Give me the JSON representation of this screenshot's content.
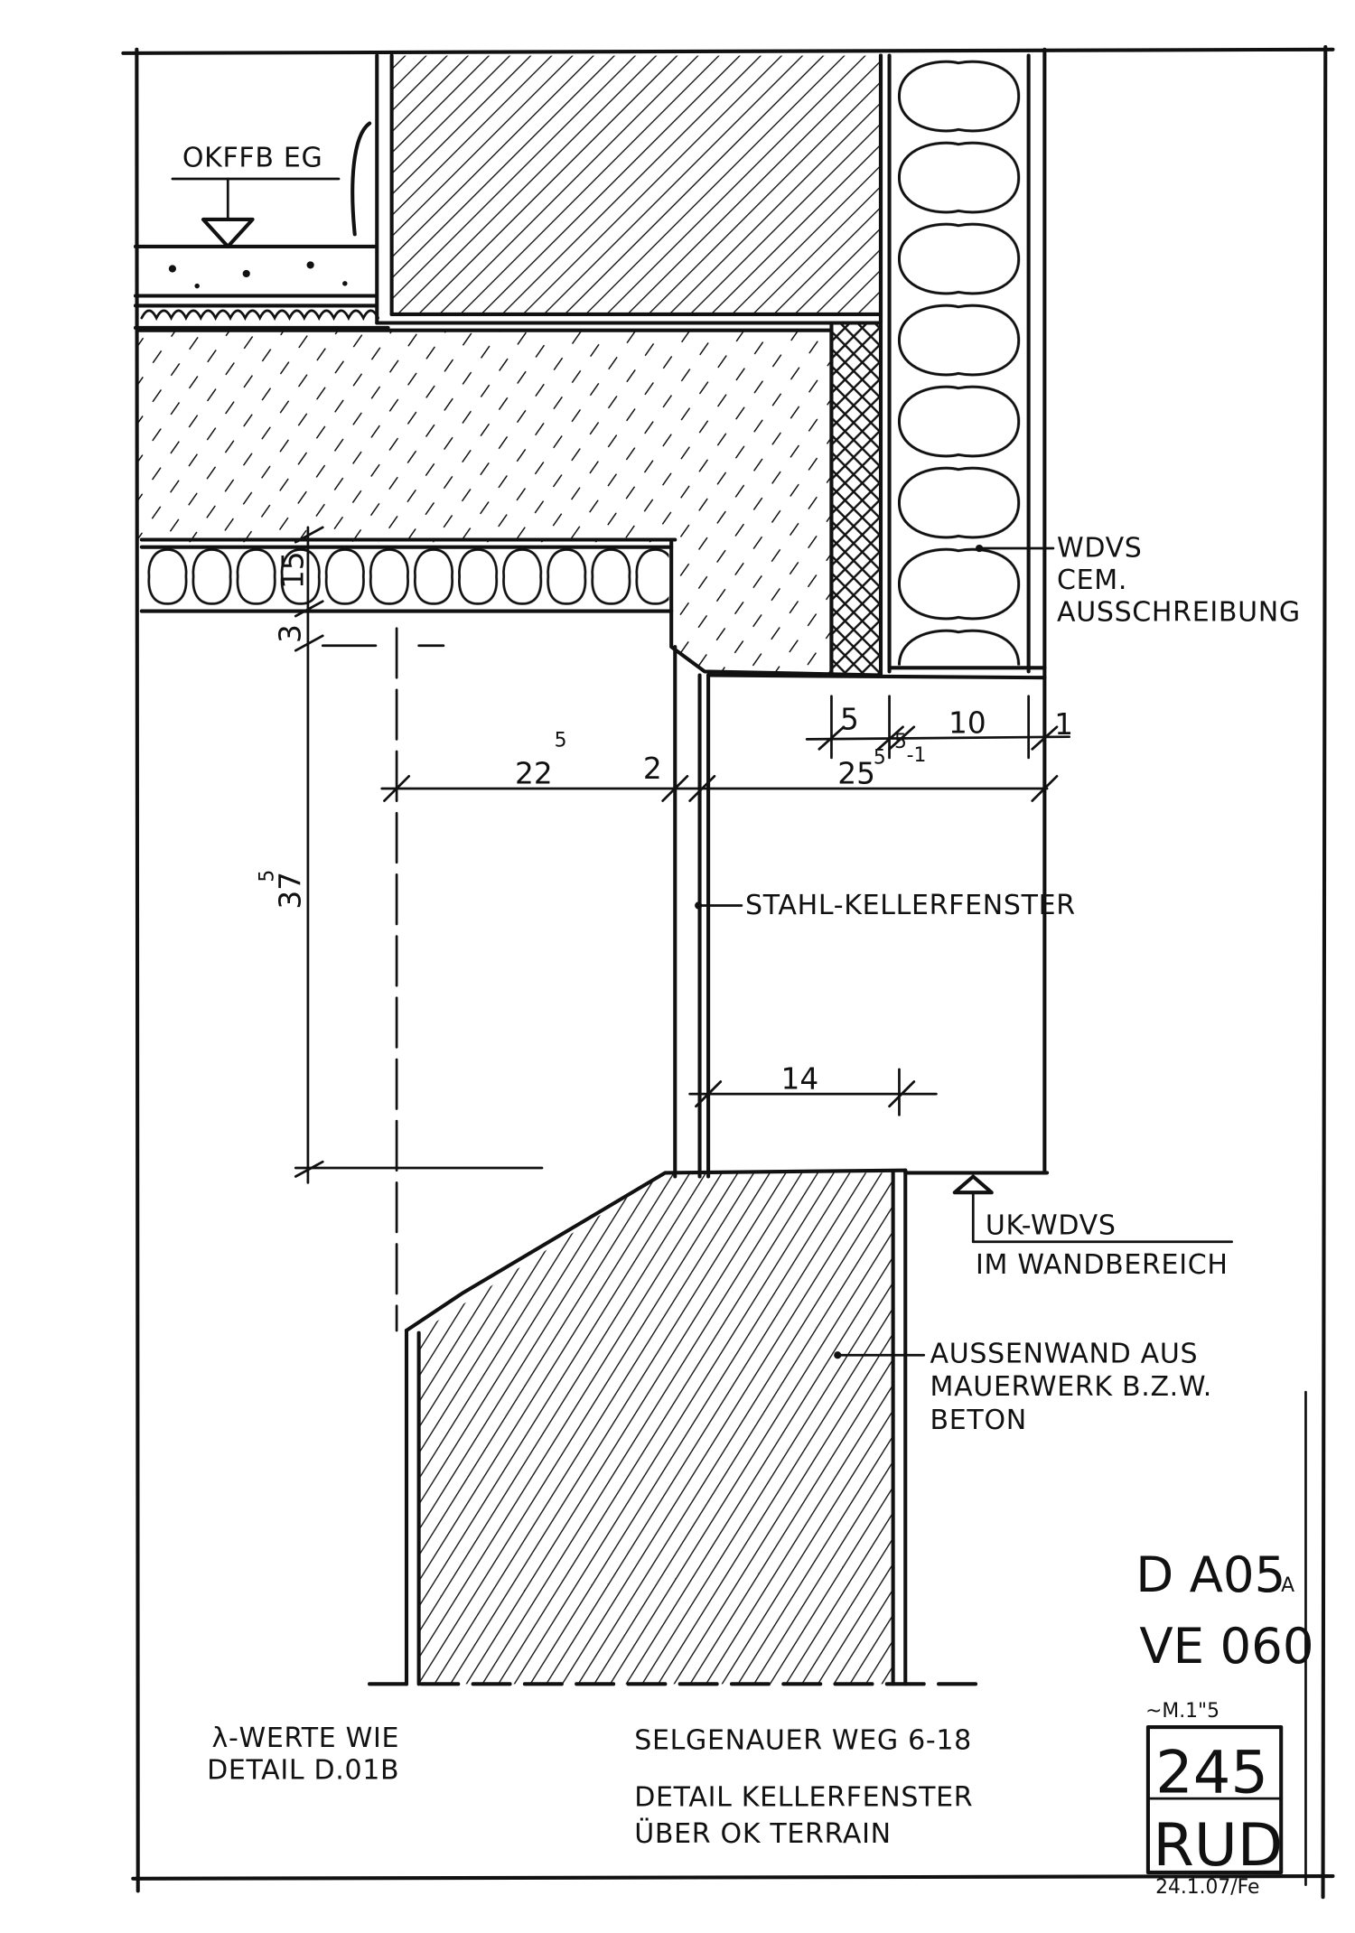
{
  "labels": {
    "floor_level": "OKFFB EG",
    "wdvs": [
      "WDVS",
      "CEM.",
      "AUSSCHREIBUNG"
    ],
    "window": "STAHL-KELLERFENSTER",
    "uk_wdvs": [
      "UK-WDVS",
      "IM WANDBEREICH"
    ],
    "outer_wall": [
      "AUSSENWAND AUS",
      "MAUERWERK B.Z.W.",
      "BETON"
    ]
  },
  "dimensions": {
    "d5": "5",
    "d10": "10",
    "d1": "1",
    "d5_small": "5",
    "d_minus1": "-1",
    "d25": "25",
    "d25_sup": "5",
    "d22": "22",
    "d22_sup": "5",
    "d2": "2",
    "d3": "3",
    "d15": "15",
    "d37": "37",
    "d37_sup": "5",
    "d14": "14"
  },
  "title_block": {
    "code_main": "D A05",
    "code_sub": "A",
    "code_2": "VE 060",
    "scale": "~M.1\"5",
    "number": "245",
    "initials": "RUD",
    "date": "24.1.07/Fe"
  },
  "notes": {
    "lambda": [
      "λ-WERTE WIE",
      "DETAIL D.01B"
    ],
    "address": "SELGENAUER WEG 6-18",
    "title": [
      "DETAIL KELLERFENSTER",
      "ÜBER OK TERRAIN"
    ]
  }
}
